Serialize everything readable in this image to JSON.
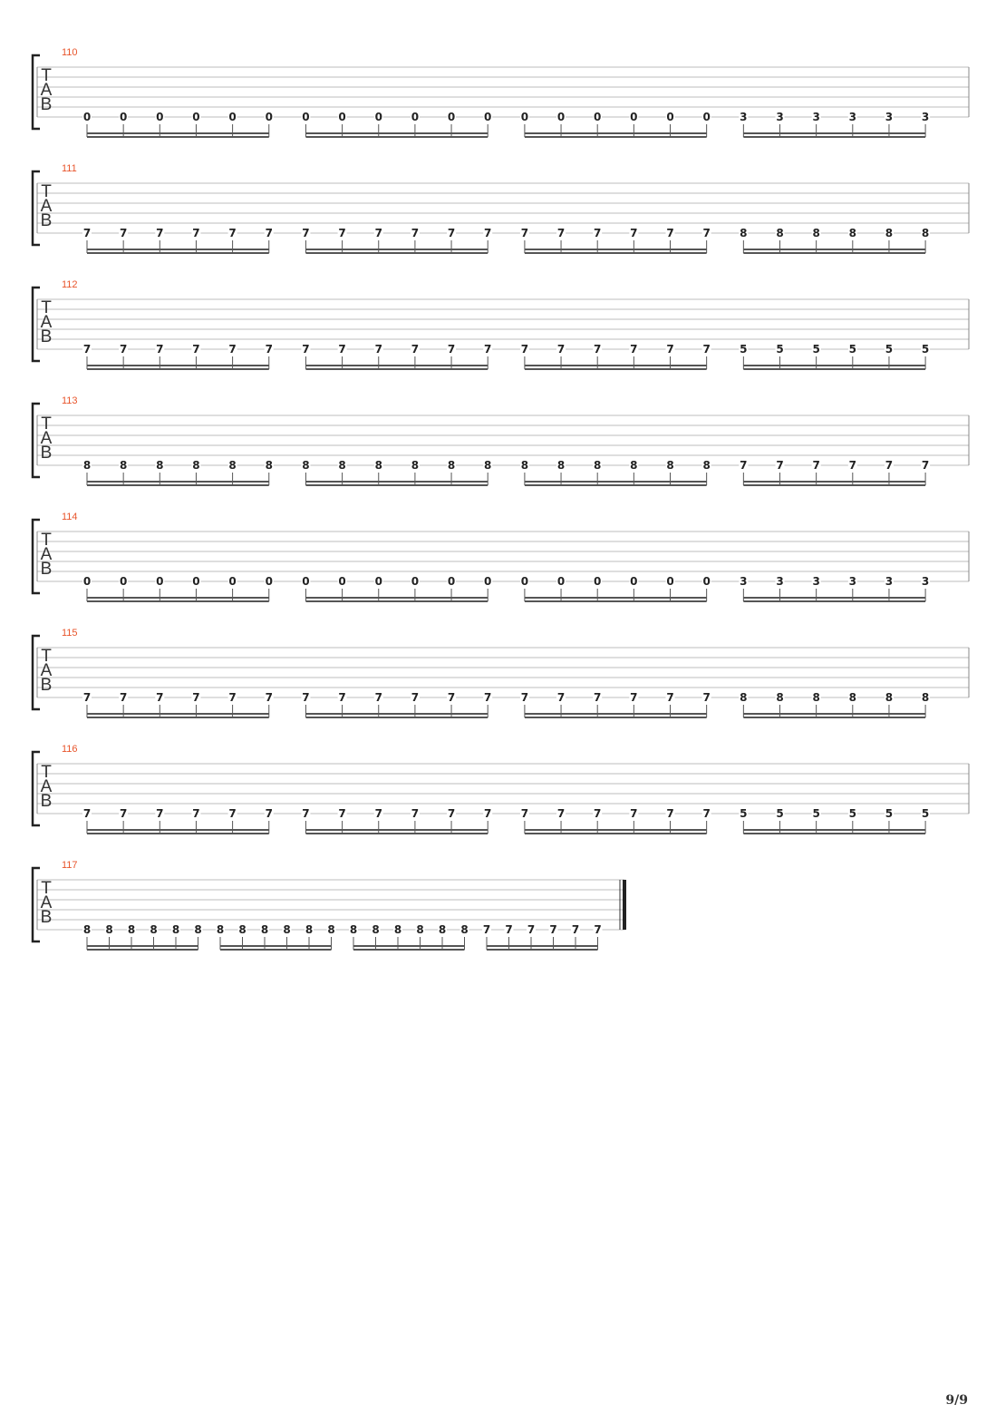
{
  "page": {
    "number": "9/9"
  },
  "clef": [
    "T",
    "A",
    "B"
  ],
  "colors": {
    "measure_number": "#e8552c",
    "lines": "#bdbdbd",
    "text": "#222222",
    "beam": "#555555"
  },
  "systems": [
    {
      "measure": "110",
      "groups": [
        [
          "0",
          "0",
          "0",
          "0",
          "0",
          "0"
        ],
        [
          "0",
          "0",
          "0",
          "0",
          "0",
          "0"
        ],
        [
          "0",
          "0",
          "0",
          "0",
          "0",
          "0"
        ],
        [
          "3",
          "3",
          "3",
          "3",
          "3",
          "3"
        ]
      ]
    },
    {
      "measure": "111",
      "groups": [
        [
          "7",
          "7",
          "7",
          "7",
          "7",
          "7"
        ],
        [
          "7",
          "7",
          "7",
          "7",
          "7",
          "7"
        ],
        [
          "7",
          "7",
          "7",
          "7",
          "7",
          "7"
        ],
        [
          "8",
          "8",
          "8",
          "8",
          "8",
          "8"
        ]
      ]
    },
    {
      "measure": "112",
      "groups": [
        [
          "7",
          "7",
          "7",
          "7",
          "7",
          "7"
        ],
        [
          "7",
          "7",
          "7",
          "7",
          "7",
          "7"
        ],
        [
          "7",
          "7",
          "7",
          "7",
          "7",
          "7"
        ],
        [
          "5",
          "5",
          "5",
          "5",
          "5",
          "5"
        ]
      ]
    },
    {
      "measure": "113",
      "groups": [
        [
          "8",
          "8",
          "8",
          "8",
          "8",
          "8"
        ],
        [
          "8",
          "8",
          "8",
          "8",
          "8",
          "8"
        ],
        [
          "8",
          "8",
          "8",
          "8",
          "8",
          "8"
        ],
        [
          "7",
          "7",
          "7",
          "7",
          "7",
          "7"
        ]
      ]
    },
    {
      "measure": "114",
      "groups": [
        [
          "0",
          "0",
          "0",
          "0",
          "0",
          "0"
        ],
        [
          "0",
          "0",
          "0",
          "0",
          "0",
          "0"
        ],
        [
          "0",
          "0",
          "0",
          "0",
          "0",
          "0"
        ],
        [
          "3",
          "3",
          "3",
          "3",
          "3",
          "3"
        ]
      ]
    },
    {
      "measure": "115",
      "groups": [
        [
          "7",
          "7",
          "7",
          "7",
          "7",
          "7"
        ],
        [
          "7",
          "7",
          "7",
          "7",
          "7",
          "7"
        ],
        [
          "7",
          "7",
          "7",
          "7",
          "7",
          "7"
        ],
        [
          "8",
          "8",
          "8",
          "8",
          "8",
          "8"
        ]
      ]
    },
    {
      "measure": "116",
      "groups": [
        [
          "7",
          "7",
          "7",
          "7",
          "7",
          "7"
        ],
        [
          "7",
          "7",
          "7",
          "7",
          "7",
          "7"
        ],
        [
          "7",
          "7",
          "7",
          "7",
          "7",
          "7"
        ],
        [
          "5",
          "5",
          "5",
          "5",
          "5",
          "5"
        ]
      ]
    },
    {
      "measure": "117",
      "final": true,
      "groups": [
        [
          "8",
          "8",
          "8",
          "8",
          "8",
          "8"
        ],
        [
          "8",
          "8",
          "8",
          "8",
          "8",
          "8"
        ],
        [
          "8",
          "8",
          "8",
          "8",
          "8",
          "8"
        ],
        [
          "7",
          "7",
          "7",
          "7",
          "7",
          "7"
        ]
      ]
    }
  ]
}
